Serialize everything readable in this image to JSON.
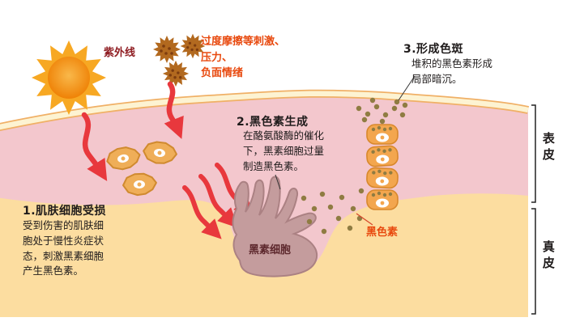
{
  "diagram": {
    "uv_label": "紫外线",
    "stress_label": "过度摩擦等刺激、\n压力、\n负面情绪",
    "steps": [
      {
        "title": "1.肌肤细胞受损",
        "body": "受到伤害的肌肤细\n胞处于慢性炎症状\n态，刺激黑素细胞\n产生黑色素。"
      },
      {
        "title": "2.黑色素生成",
        "body": "在酪氨酸酶的催化\n下，黑素细胞过量\n制造黑色素。"
      },
      {
        "title": "3.形成色斑",
        "body": "堆积的黑色素形成\n局部暗沉。"
      }
    ],
    "melanocyte_label": "黑素细胞",
    "melanin_label": "黑色素",
    "layer_labels": {
      "epidermis": "表皮",
      "dermis": "真皮"
    }
  },
  "icons": {
    "sun-icon": "orange radial sunburst",
    "stressor-icon": "spiky burr ball (friction / pressure / negative emotion)",
    "arrow-icon": "red zigzag arrow pointing into skin",
    "damaged-cell-icon": "orange star-shaped damaged skin cell",
    "keratinocyte-icon": "orange rounded cell carrying melanin dots",
    "melanin-dot-icon": "small olive-brown dot"
  },
  "colors": {
    "epidermis_pink": "#f3c7cd",
    "dermis_yellow": "#fcdda0",
    "surface_cream": "#fdf3d2",
    "surface_edge": "#f0b066",
    "sun_outer": "#f7a823",
    "sun_inner": "#ee8100",
    "arrow_red": "#e8383d",
    "cell_orange": "#f3a64e",
    "cell_outline": "#d8882c",
    "melanocyte_mauve": "#c49c9d",
    "melanin_dot": "#8f7c42",
    "stress_text_red": "#e8490e",
    "uv_text_dark_red": "#8f1d22",
    "burr_brown": "#b2691f"
  }
}
